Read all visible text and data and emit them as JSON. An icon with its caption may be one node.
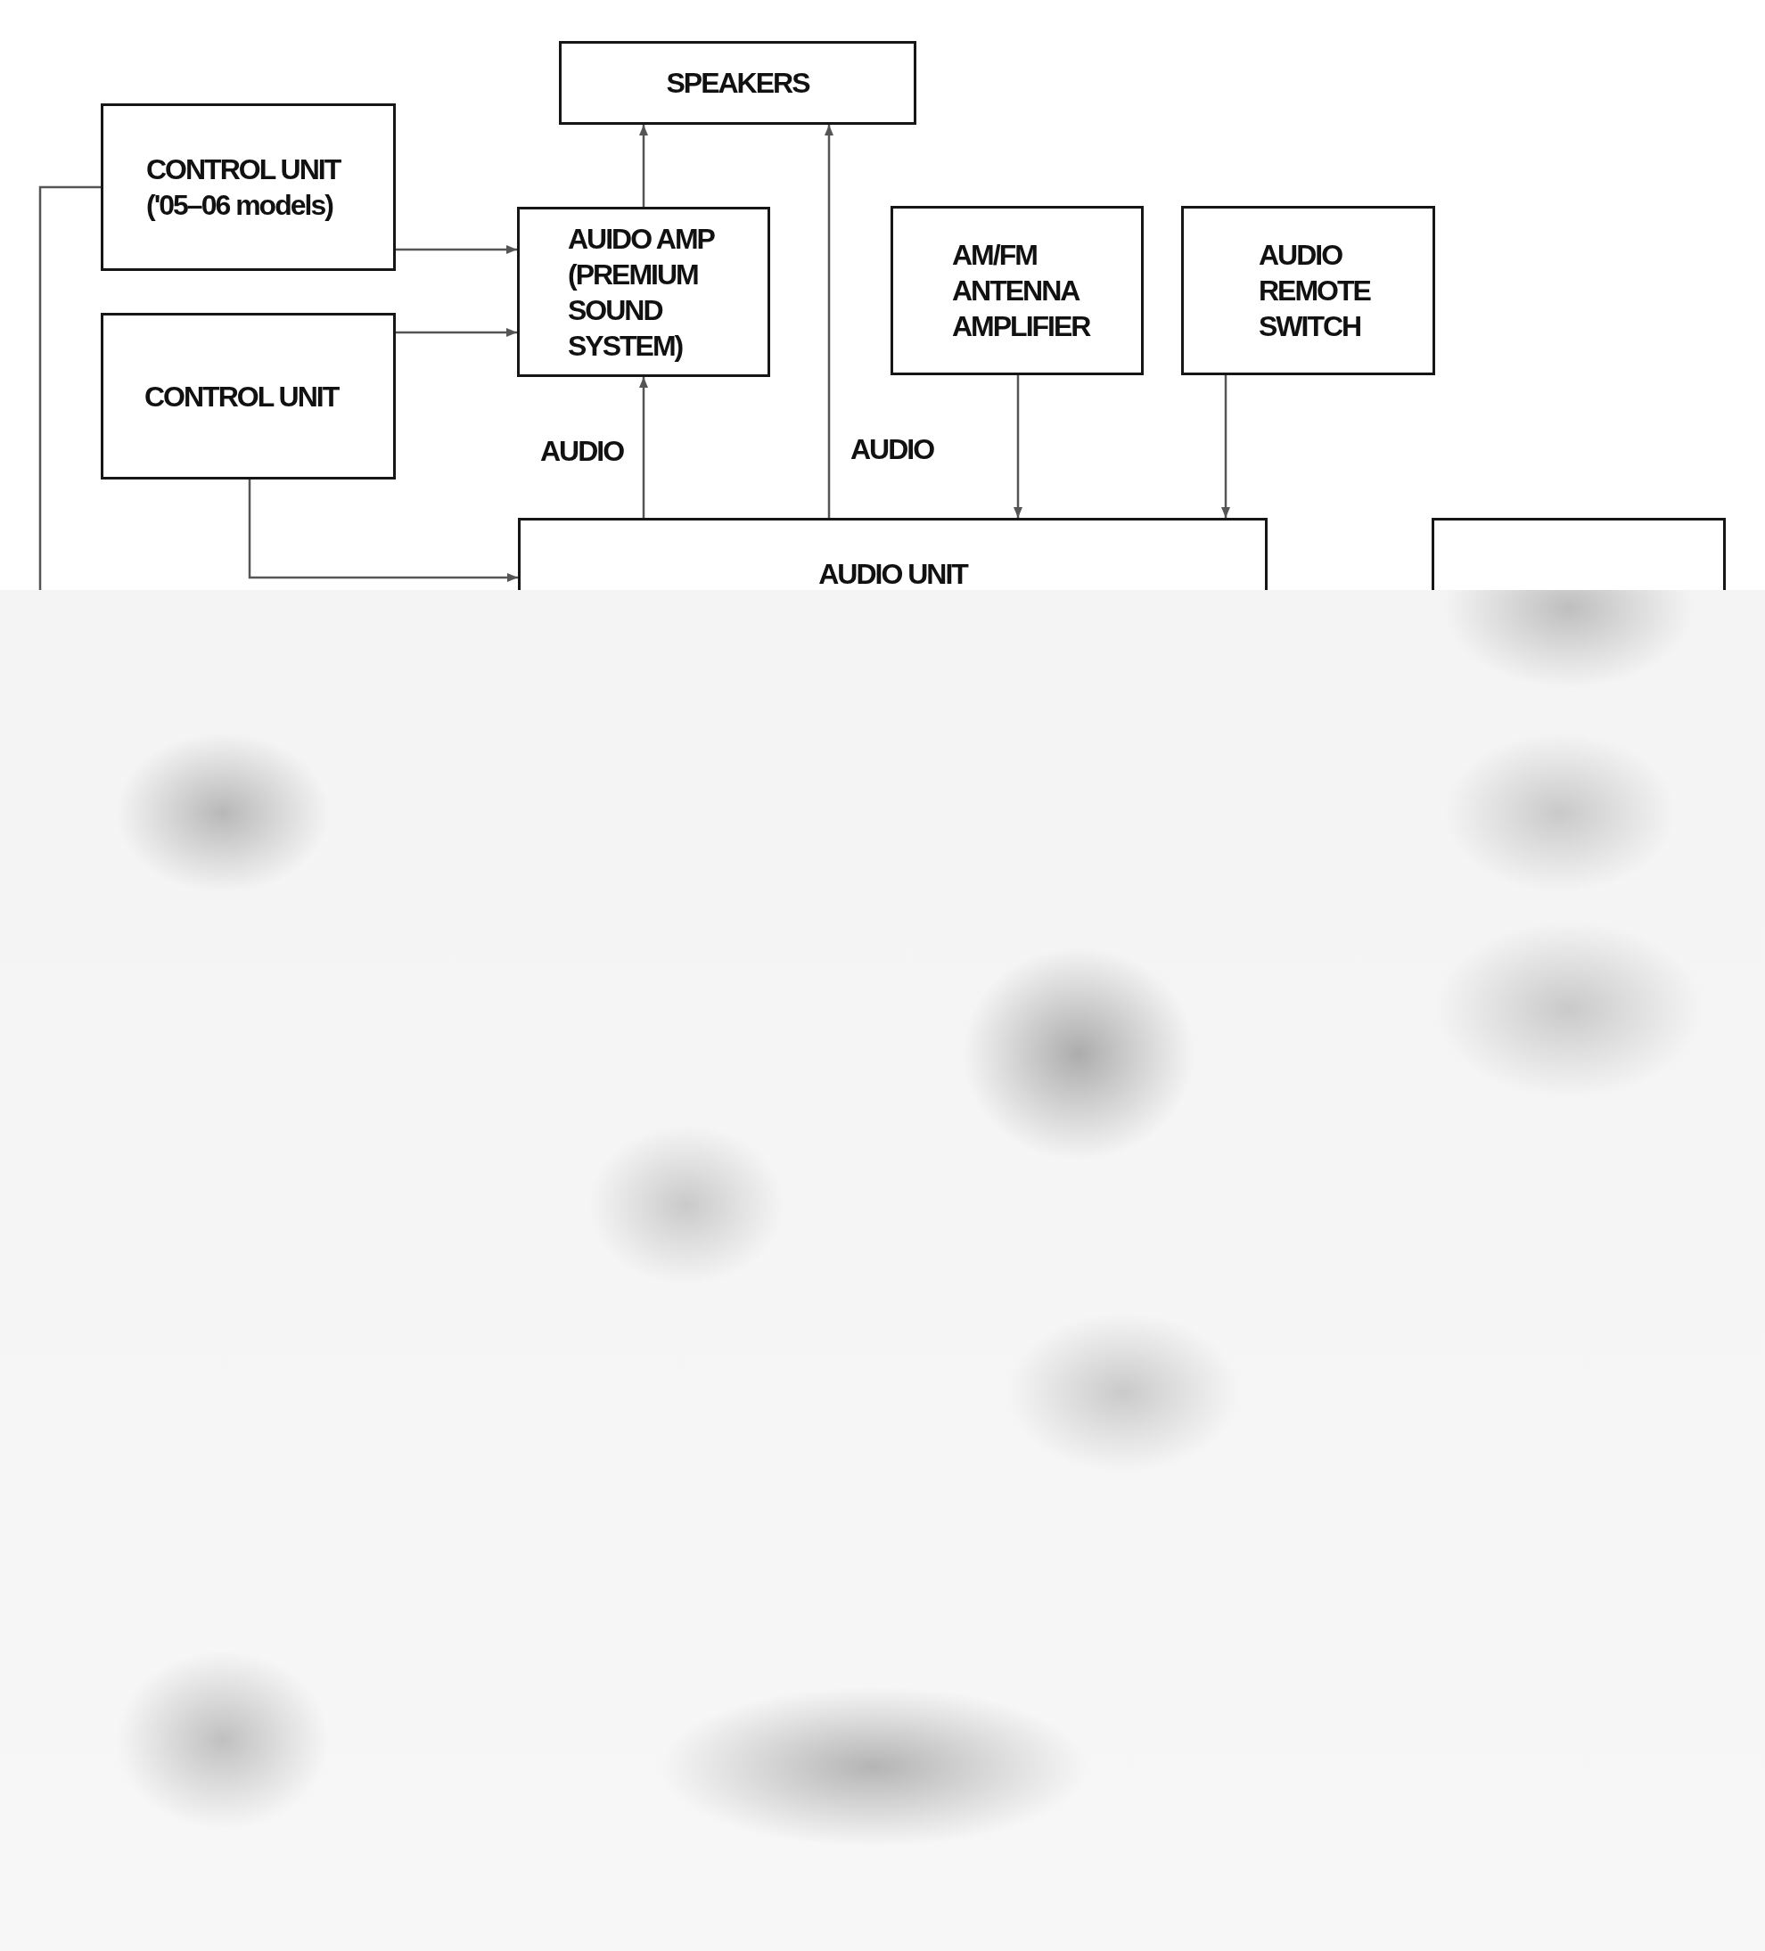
{
  "diagram": {
    "nodes": [
      {
        "text": [
          "SPEAKERS"
        ]
      },
      {
        "text": [
          "CONTROL UNIT",
          "('05–06 models)"
        ]
      },
      {
        "text": [
          "AUIDO AMP (PREMIUM SOUND SYSTEM)"
        ]
      },
      {
        "text": [
          "AM/FM ANTENNA AMPLIFIER"
        ]
      },
      {
        "text": [
          "AUDIO REMOTE SWITCH"
        ]
      },
      {
        "text": [
          "CONTROL UNIT"
        ]
      },
      {
        "text": [
          "AUDIO UNIT"
        ]
      },
      {
        "text": [],
        "shape": "box"
      }
    ],
    "edges": [
      {
        "from": 2,
        "to": 0,
        "arrow": "to"
      },
      {
        "from": 6,
        "to": 0,
        "arrow": "to",
        "label": "AUDIO"
      },
      {
        "from": 1,
        "to": 2,
        "arrow": "to"
      },
      {
        "from": 5,
        "to": 2,
        "arrow": "to"
      },
      {
        "from": 6,
        "to": 2,
        "arrow": "to",
        "label": "AUDIO"
      },
      {
        "from": 3,
        "to": 6,
        "arrow": "to"
      },
      {
        "from": 4,
        "to": 6,
        "arrow": "to"
      },
      {
        "from": 5,
        "to": 6,
        "arrow": "to"
      },
      {
        "from": 1,
        "to": null,
        "arrow": "none"
      }
    ]
  }
}
